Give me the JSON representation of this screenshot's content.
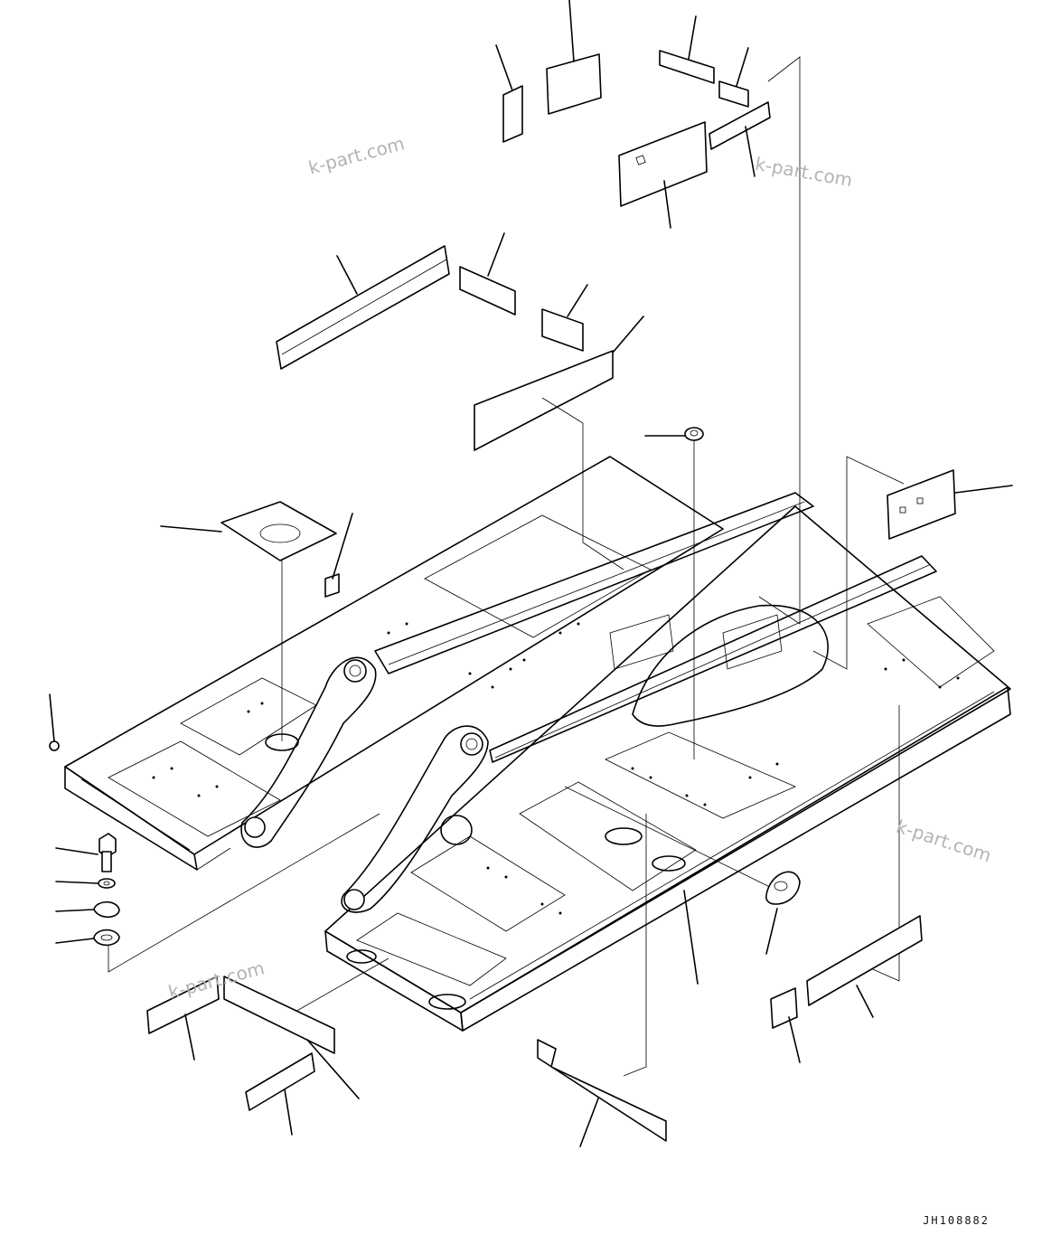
{
  "drawing_code": "JH108882",
  "watermarks": [
    "k-part.com",
    "k-part.com",
    "k-part.com",
    "k-part.com"
  ],
  "line_color": "#000000",
  "watermark_color": "#b4b4b4",
  "background": "#ffffff"
}
